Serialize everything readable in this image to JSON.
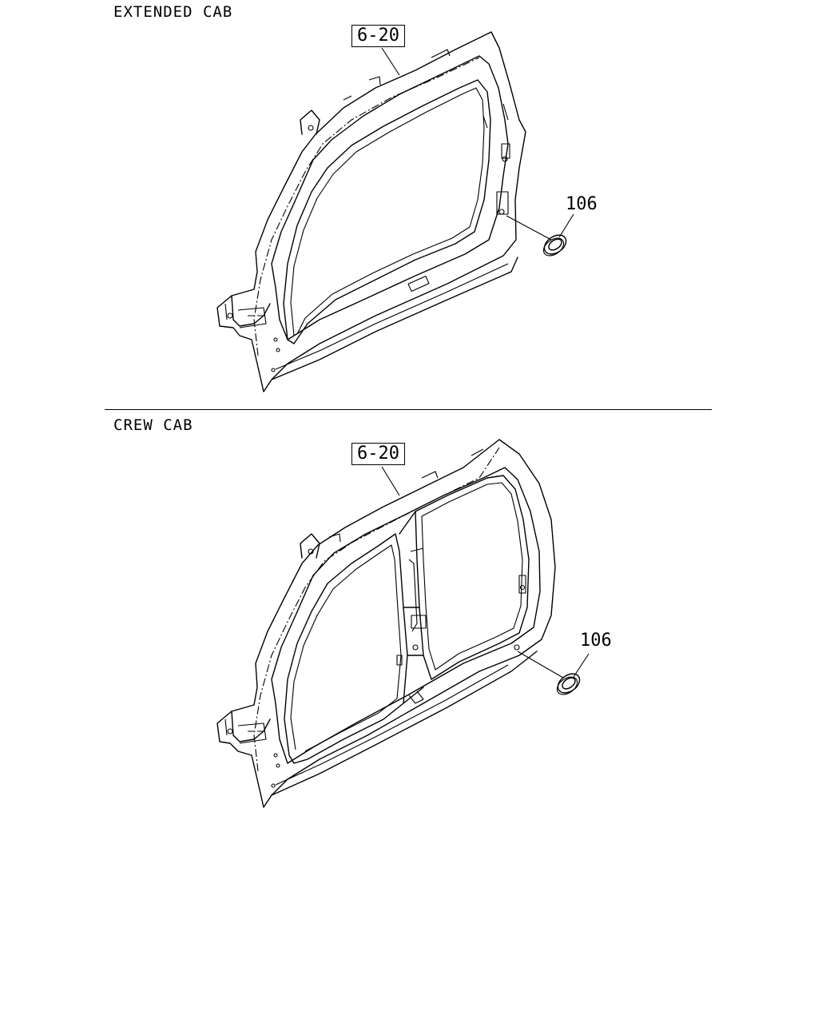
{
  "sections": [
    {
      "label": "EXTENDED CAB",
      "ref_box": "6-20",
      "callout": "106"
    },
    {
      "label": "CREW CAB",
      "ref_box": "6-20",
      "callout": "106"
    }
  ]
}
